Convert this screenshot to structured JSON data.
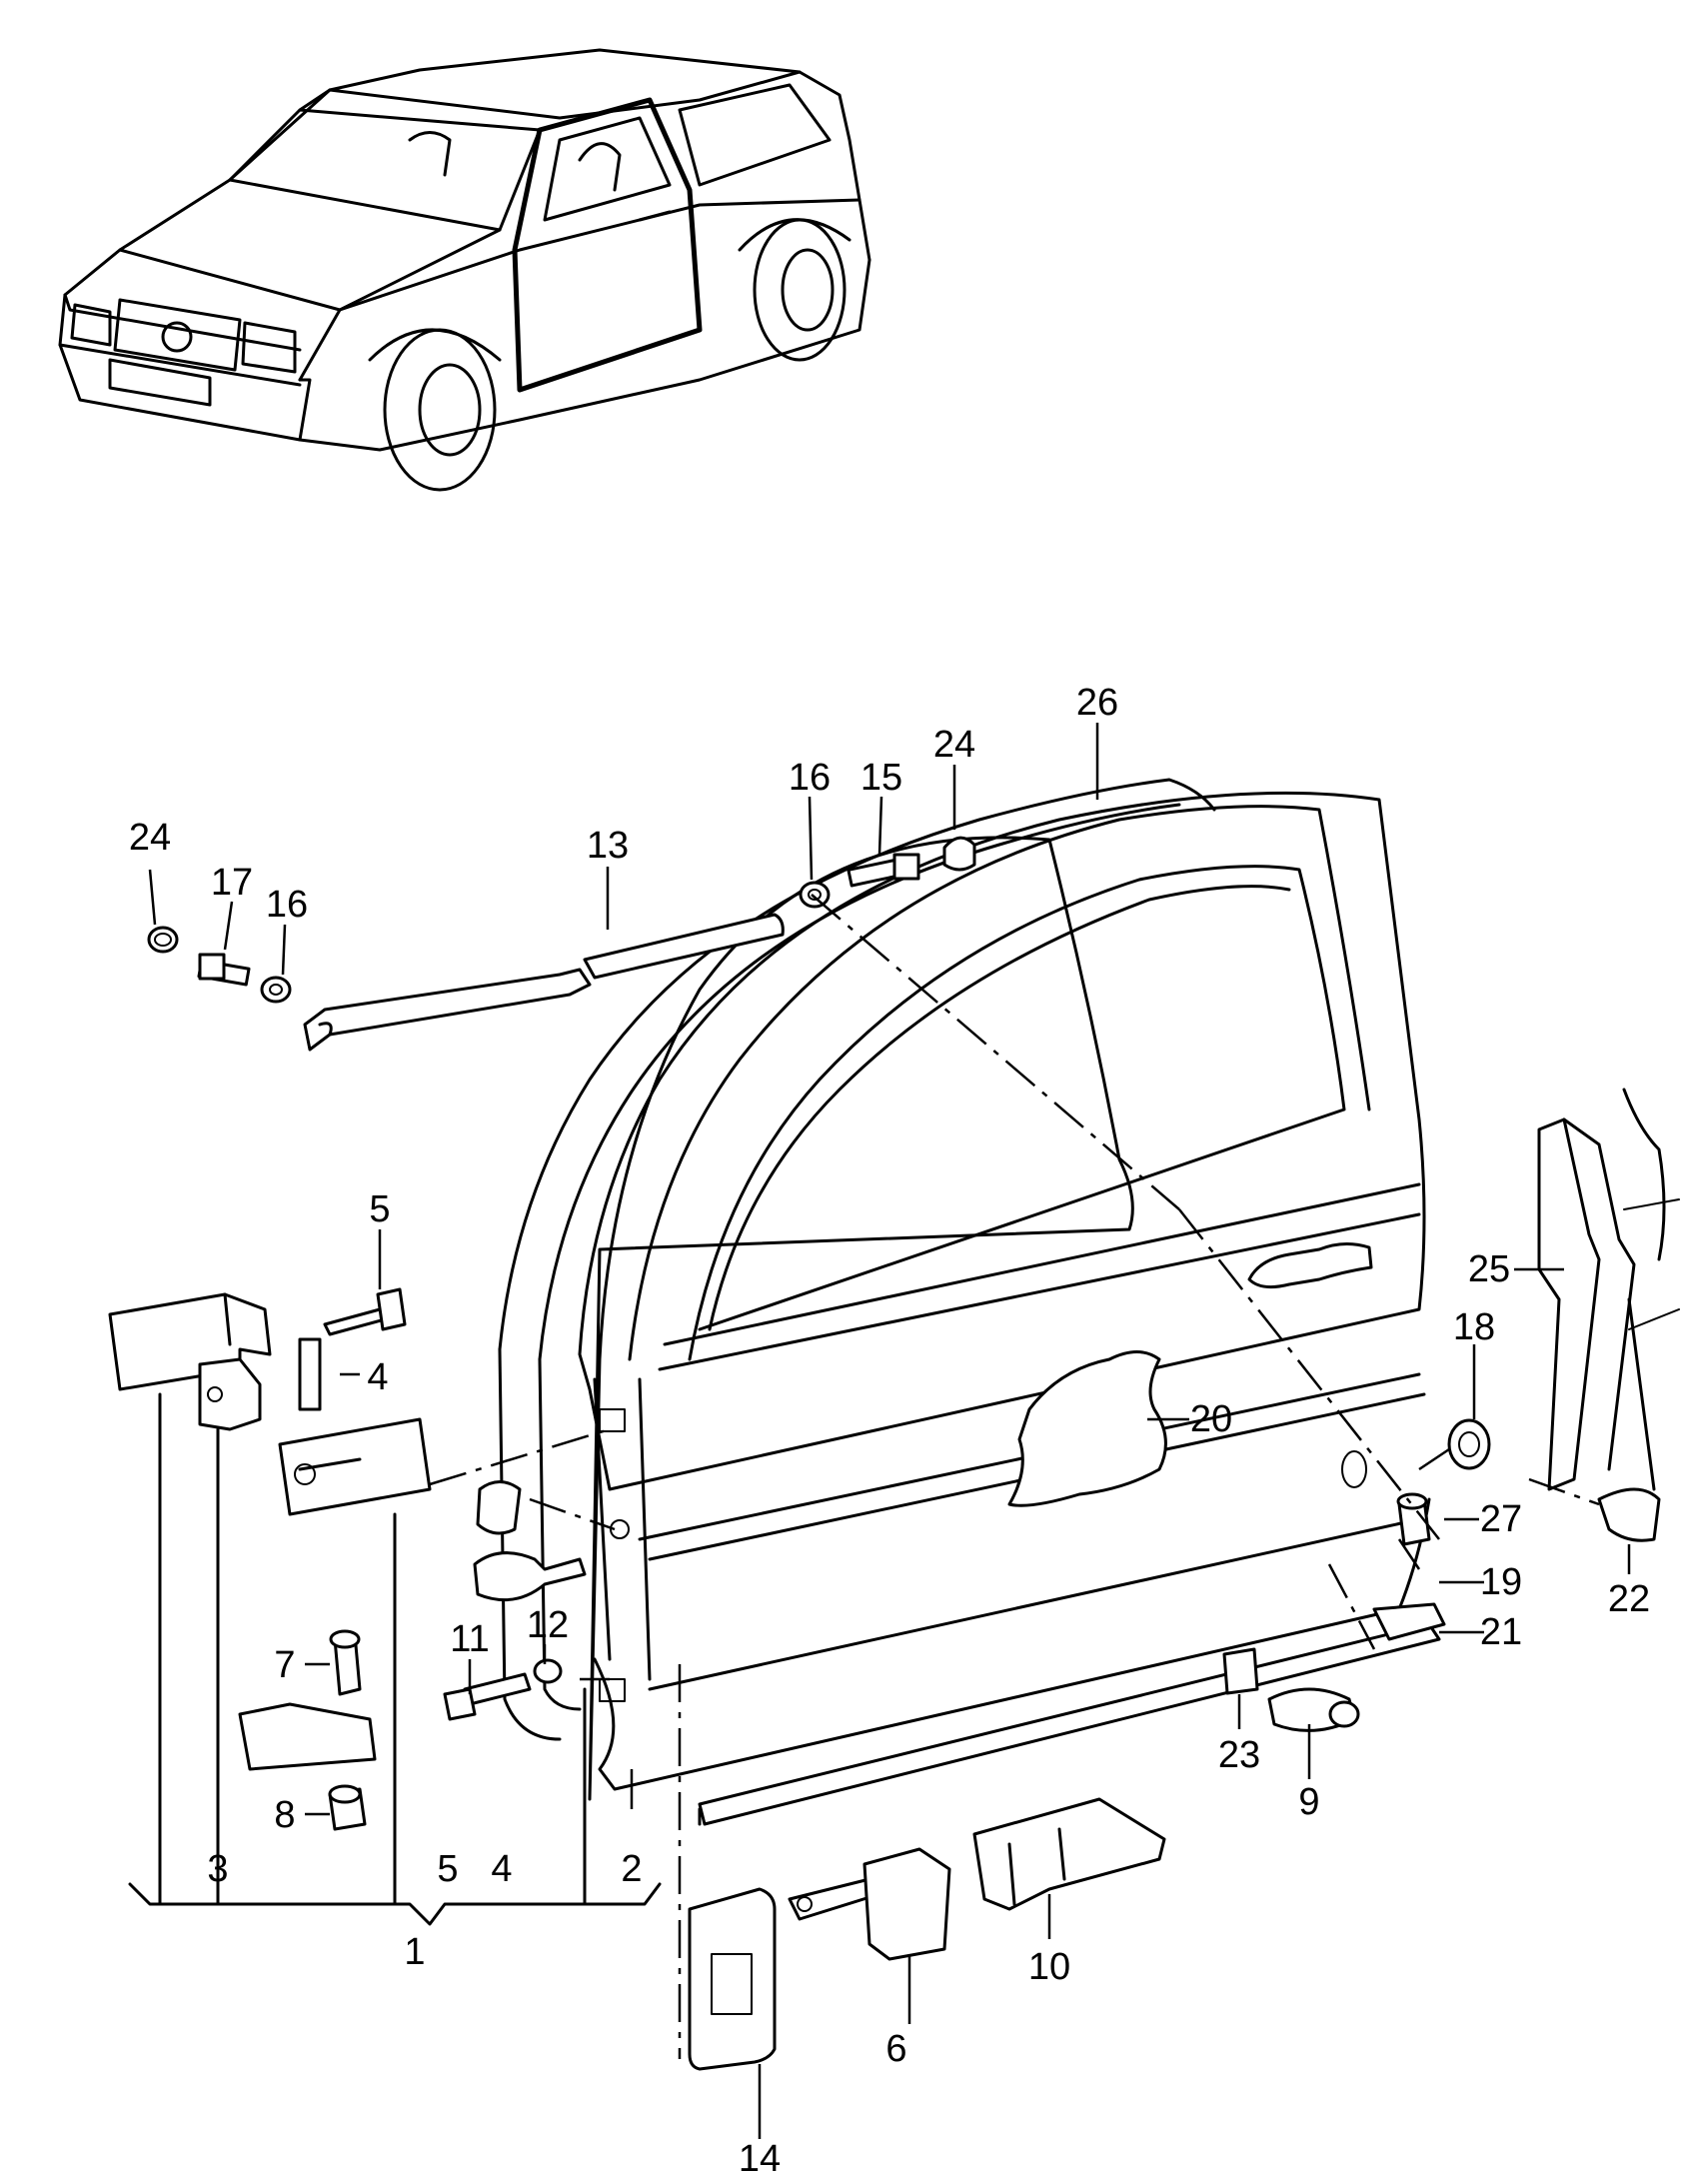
{
  "diagram": {
    "callouts": [
      {
        "id": "c1",
        "text": "1"
      },
      {
        "id": "c2",
        "text": "2"
      },
      {
        "id": "c3",
        "text": "3"
      },
      {
        "id": "c4a",
        "text": "4"
      },
      {
        "id": "c4b",
        "text": "4"
      },
      {
        "id": "c5a",
        "text": "5"
      },
      {
        "id": "c5b",
        "text": "5"
      },
      {
        "id": "c6",
        "text": "6"
      },
      {
        "id": "c7",
        "text": "7"
      },
      {
        "id": "c8",
        "text": "8"
      },
      {
        "id": "c9",
        "text": "9"
      },
      {
        "id": "c10",
        "text": "10"
      },
      {
        "id": "c11",
        "text": "11"
      },
      {
        "id": "c12",
        "text": "12"
      },
      {
        "id": "c13",
        "text": "13"
      },
      {
        "id": "c14",
        "text": "14"
      },
      {
        "id": "c15",
        "text": "15"
      },
      {
        "id": "c16a",
        "text": "16"
      },
      {
        "id": "c16b",
        "text": "16"
      },
      {
        "id": "c17",
        "text": "17"
      },
      {
        "id": "c18",
        "text": "18"
      },
      {
        "id": "c19",
        "text": "19"
      },
      {
        "id": "c20",
        "text": "20"
      },
      {
        "id": "c21",
        "text": "21"
      },
      {
        "id": "c22",
        "text": "22"
      },
      {
        "id": "c23",
        "text": "23"
      },
      {
        "id": "c24a",
        "text": "24"
      },
      {
        "id": "c24b",
        "text": "24"
      },
      {
        "id": "c25",
        "text": "25"
      },
      {
        "id": "c26",
        "text": "26"
      },
      {
        "id": "c27",
        "text": "27"
      }
    ]
  }
}
